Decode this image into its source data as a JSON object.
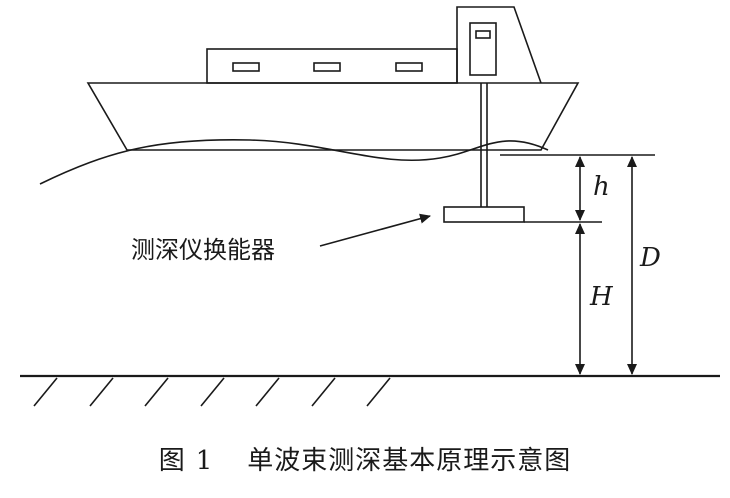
{
  "labels": {
    "transducer": "测深仪换能器",
    "h": "h",
    "H": "H",
    "D": "D"
  },
  "caption": {
    "prefix": "图",
    "number": "1",
    "title": "单波束测深基本原理示意图"
  }
}
